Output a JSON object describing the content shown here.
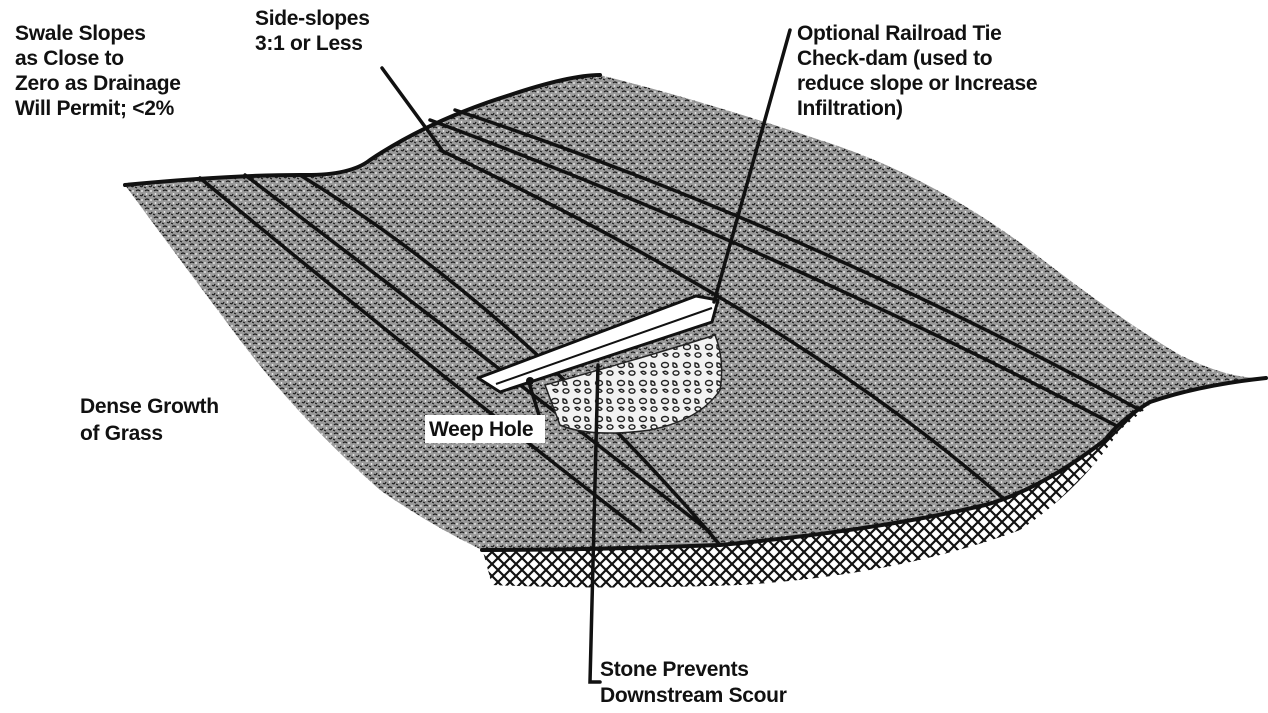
{
  "labels": {
    "swale_slopes": [
      "Swale Slopes",
      "as Close to",
      "Zero as Drainage",
      "Will Permit;  <2%"
    ],
    "side_slopes": [
      "Side-slopes",
      "3:1 or Less"
    ],
    "check_dam": [
      "Optional Railroad Tie",
      "Check-dam (used to",
      "reduce slope or Increase",
      "Infiltration)"
    ],
    "dense_grass": [
      "Dense Growth",
      "of Grass"
    ],
    "weep_hole": [
      "Weep Hole"
    ],
    "stone_scour": [
      "Stone Prevents",
      "Downstream Scour"
    ]
  },
  "colors": {
    "ink": "#111111",
    "grass_fill": "#8f8f8f",
    "paper": "#ffffff"
  }
}
